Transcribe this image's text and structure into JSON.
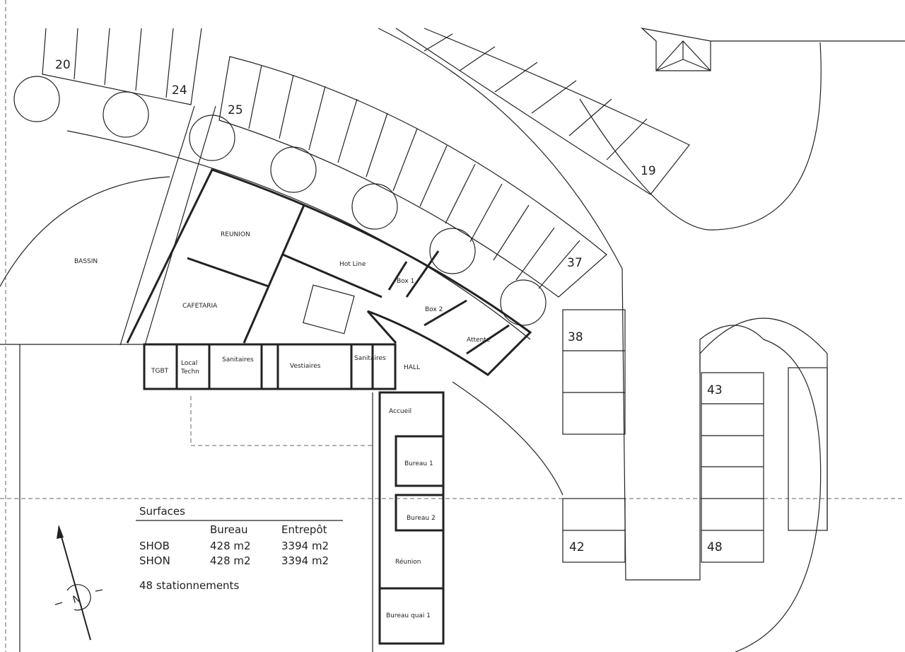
{
  "plan": {
    "rooms": {
      "bassin": "BASSIN",
      "reunion_top": "REUNION",
      "cafetaria": "CAFETARIA",
      "hotline": "Hot Line",
      "box1": "Box 1",
      "box2": "Box 2",
      "attente": "Attente",
      "hall": "HALL",
      "tgbt": "TGBT",
      "local_techn_1": "Local",
      "local_techn_2": "Techn",
      "sanitaires_1": "Sanitaires",
      "vestiaires": "Vestiaires",
      "sanitaires_2": "Sanitaires",
      "accueil": "Accueil",
      "bureau1": "Bureau 1",
      "bureau2": "Bureau 2",
      "reunion_bottom": "Réunion",
      "bureau_quai1": "Bureau quai 1"
    },
    "parking_numbers": {
      "p20": "20",
      "p24": "24",
      "p25": "25",
      "p19": "19",
      "p37": "37",
      "p38": "38",
      "p42": "42",
      "p43": "43",
      "p48": "48"
    },
    "surfaces": {
      "title": "Surfaces",
      "col_bureau": "Bureau",
      "col_entrepot": "Entrepôt",
      "rows": [
        {
          "label": "SHOB",
          "bureau": "428 m2",
          "entrepot": "3394 m2"
        },
        {
          "label": "SHON",
          "bureau": "428 m2",
          "entrepot": "3394 m2"
        }
      ],
      "parking_note": "48 stationnements"
    },
    "north_arrow": {
      "letter": "N"
    }
  }
}
